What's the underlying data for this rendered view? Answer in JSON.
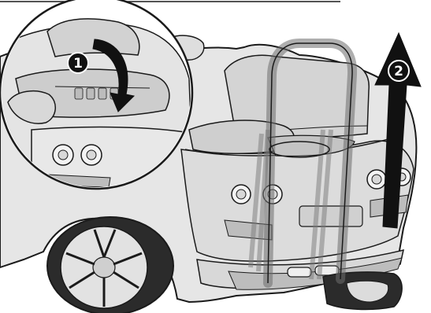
{
  "figure": {
    "steps": [
      {
        "number": "1",
        "action": "rotate-arrow"
      },
      {
        "number": "2",
        "action": "lift-arrow"
      }
    ],
    "colors": {
      "line": "#1a1a1a",
      "body": "#e6e6e6",
      "shade": "#c9c9c9",
      "dark": "#2b2b2b",
      "badge": "#111111",
      "badge_text": "#ffffff"
    }
  }
}
